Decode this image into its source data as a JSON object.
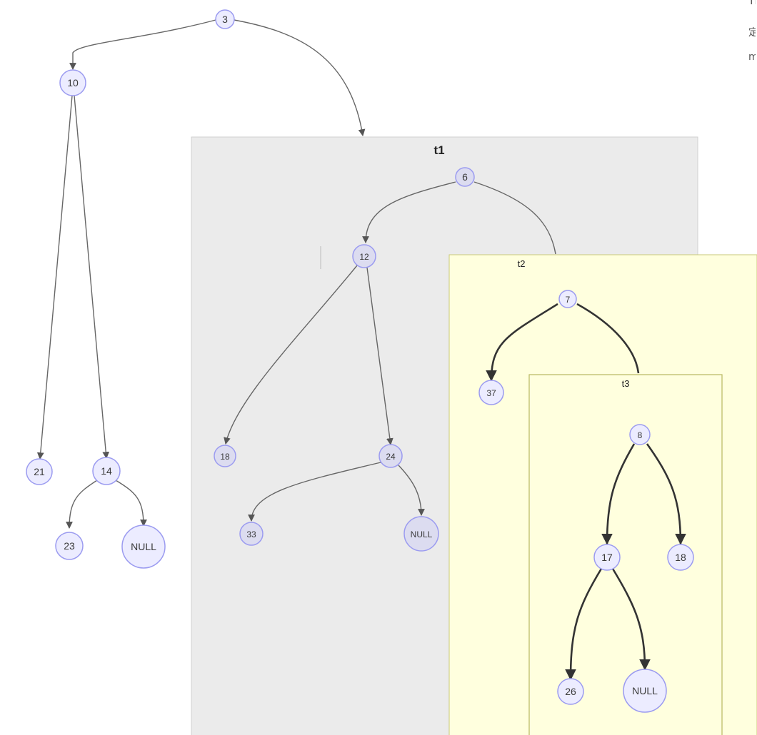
{
  "clusters": [
    {
      "id": "t1",
      "label": "t1"
    },
    {
      "id": "t2",
      "label": "t2"
    },
    {
      "id": "t3",
      "label": "t3"
    }
  ],
  "nodes": [
    {
      "id": "n3",
      "label": "3"
    },
    {
      "id": "n10",
      "label": "10"
    },
    {
      "id": "n21",
      "label": "21"
    },
    {
      "id": "n14",
      "label": "14"
    },
    {
      "id": "n23",
      "label": "23"
    },
    {
      "id": "nNULL1",
      "label": "NULL"
    },
    {
      "id": "n6",
      "label": "6"
    },
    {
      "id": "n12",
      "label": "12"
    },
    {
      "id": "n18a",
      "label": "18"
    },
    {
      "id": "n24",
      "label": "24"
    },
    {
      "id": "n33",
      "label": "33"
    },
    {
      "id": "nNULL2",
      "label": "NULL"
    },
    {
      "id": "n7",
      "label": "7"
    },
    {
      "id": "n37",
      "label": "37"
    },
    {
      "id": "n8",
      "label": "8"
    },
    {
      "id": "n17",
      "label": "17"
    },
    {
      "id": "n18b",
      "label": "18"
    },
    {
      "id": "n26",
      "label": "26"
    },
    {
      "id": "nNULL3",
      "label": "NULL"
    }
  ],
  "edges": [
    {
      "from": "3",
      "to": "10"
    },
    {
      "from": "3",
      "to": "t1"
    },
    {
      "from": "10",
      "to": "21"
    },
    {
      "from": "10",
      "to": "14"
    },
    {
      "from": "14",
      "to": "23"
    },
    {
      "from": "14",
      "to": "NULL"
    },
    {
      "from": "6",
      "to": "12"
    },
    {
      "from": "6",
      "to": "t2"
    },
    {
      "from": "12",
      "to": "18"
    },
    {
      "from": "12",
      "to": "24"
    },
    {
      "from": "24",
      "to": "33"
    },
    {
      "from": "24",
      "to": "NULL"
    },
    {
      "from": "7",
      "to": "37"
    },
    {
      "from": "7",
      "to": "t3"
    },
    {
      "from": "8",
      "to": "17"
    },
    {
      "from": "8",
      "to": "18"
    },
    {
      "from": "17",
      "to": "26"
    },
    {
      "from": "17",
      "to": "NULL"
    }
  ],
  "colors": {
    "node_fill": "#ececff",
    "node_stroke": "#9b9bf0",
    "node_fill_t1": "#dcdcf0",
    "cluster_t1_fill": "#ebebeb",
    "cluster_t2_fill": "#ffffde",
    "cluster_t2_stroke": "#c8c878",
    "edge_light": "#666666",
    "edge_dark": "#333333"
  },
  "top_right_text": [
    "TL",
    "定",
    "m"
  ]
}
